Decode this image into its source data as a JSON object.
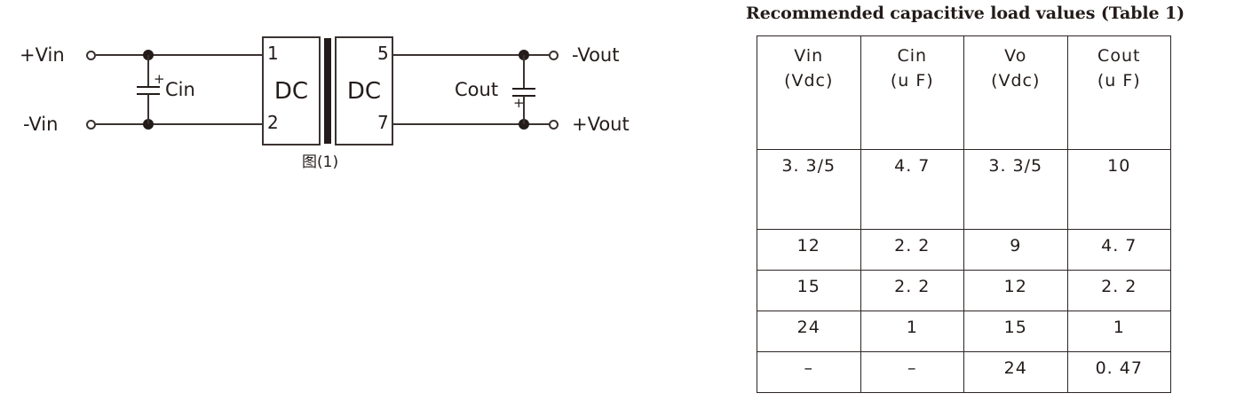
{
  "schematic": {
    "caption": "图(1)",
    "terminals": {
      "in_positive": "+Vin",
      "in_negative": "-Vin",
      "out_negative": "-Vout",
      "out_positive": "+Vout"
    },
    "capacitors": {
      "input": {
        "label": "Cin",
        "polarity": "+"
      },
      "output": {
        "label": "Cout",
        "polarity": "+"
      }
    },
    "converter": {
      "left_block_text": "DC",
      "right_block_text": "DC",
      "pins": {
        "in_positive": "1",
        "in_negative": "2",
        "out_negative": "5",
        "out_positive": "7"
      }
    },
    "colors": {
      "line": "#3b3331",
      "node": "#231c1a",
      "text": "#231c1a"
    }
  },
  "table_panel": {
    "title": "Recommended capacitive load values (Table 1)",
    "headers": [
      {
        "line1": "Vin",
        "line2": "(Vdc)"
      },
      {
        "line1": "Cin",
        "line2": "(u F)"
      },
      {
        "line1": "Vo",
        "line2": "(Vdc)"
      },
      {
        "line1": "Cout",
        "line2": "(u F)"
      }
    ],
    "rows": [
      {
        "tall": true,
        "cells": [
          "3. 3/5",
          "4. 7",
          "3. 3/5",
          "10"
        ]
      },
      {
        "tall": false,
        "cells": [
          "12",
          "2. 2",
          "9",
          "4. 7"
        ]
      },
      {
        "tall": false,
        "cells": [
          "15",
          "2. 2",
          "12",
          "2. 2"
        ]
      },
      {
        "tall": false,
        "cells": [
          "24",
          "1",
          "15",
          "1"
        ]
      },
      {
        "tall": false,
        "cells": [
          "–",
          "–",
          "24",
          "0. 47"
        ]
      }
    ]
  }
}
